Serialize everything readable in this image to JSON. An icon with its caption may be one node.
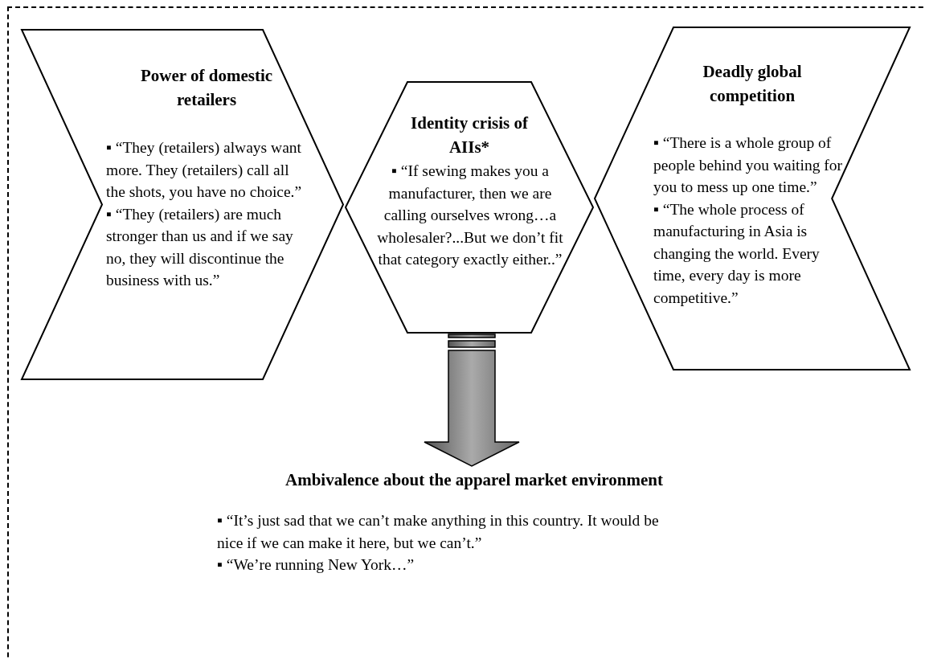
{
  "diagram": {
    "nodes": [
      {
        "text": [
          "Power of domestic retailers",
          "▪ “They (retailers) always want more.  They (retailers) call all the shots, you have no choice.”",
          "▪ “They (retailers) are much stronger than us and if we say no, they will discontinue the business with us.”"
        ]
      },
      {
        "text": [
          "Identity crisis of AIIs*",
          "▪ “If sewing makes you a manufacturer, then we are calling ourselves wrong…a wholesaler?...But we don’t fit that category exactly either..”"
        ]
      },
      {
        "text": [
          "Deadly global competition",
          "▪ “There is a whole group of people behind you waiting for you to mess up one time.”",
          "▪ “The whole process of manufacturing in Asia is changing the world. Every time, every day is more competitive.”"
        ]
      },
      {
        "text": [
          "Ambivalence about the apparel market environment",
          "▪ “It’s just sad that we can’t make anything in this country. It would be nice if we can make it here, but we can’t.”",
          "▪ “We’re running New York…”"
        ]
      }
    ],
    "edges": [
      {
        "from": 1,
        "to": 3,
        "arrow": "to",
        "style": "thick"
      }
    ]
  }
}
